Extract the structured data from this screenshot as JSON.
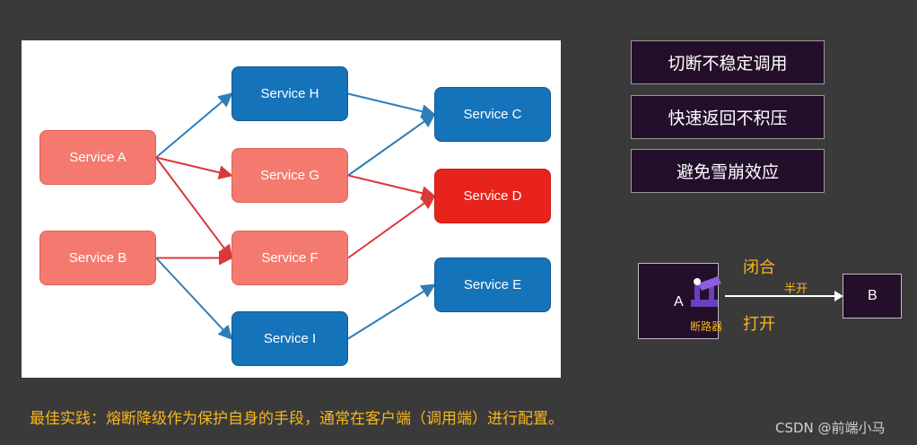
{
  "diagram": {
    "nodes": [
      {
        "id": "A",
        "label": "Service A",
        "color": "salmon"
      },
      {
        "id": "B",
        "label": "Service B",
        "color": "salmon"
      },
      {
        "id": "H",
        "label": "Service H",
        "color": "blue"
      },
      {
        "id": "G",
        "label": "Service G",
        "color": "salmon"
      },
      {
        "id": "F",
        "label": "Service F",
        "color": "salmon"
      },
      {
        "id": "I",
        "label": "Service I",
        "color": "blue"
      },
      {
        "id": "C",
        "label": "Service C",
        "color": "blue"
      },
      {
        "id": "D",
        "label": "Service D",
        "color": "red"
      },
      {
        "id": "E",
        "label": "Service E",
        "color": "blue"
      }
    ],
    "edges": [
      {
        "from": "A",
        "to": "H",
        "color": "blue"
      },
      {
        "from": "A",
        "to": "G",
        "color": "red"
      },
      {
        "from": "A",
        "to": "F",
        "color": "red"
      },
      {
        "from": "B",
        "to": "F",
        "color": "red"
      },
      {
        "from": "B",
        "to": "I",
        "color": "blue"
      },
      {
        "from": "H",
        "to": "C",
        "color": "blue"
      },
      {
        "from": "G",
        "to": "C",
        "color": "blue"
      },
      {
        "from": "G",
        "to": "D",
        "color": "red"
      },
      {
        "from": "F",
        "to": "D",
        "color": "red"
      },
      {
        "from": "I",
        "to": "E",
        "color": "blue"
      }
    ]
  },
  "colors": {
    "blue": "#1573ba",
    "salmon": "#f47a70",
    "red": "#e8231c",
    "arrow_blue": "#2f7db8",
    "arrow_red": "#d9393a",
    "highlight": "#f7b61c"
  },
  "features": [
    "切断不稳定调用",
    "快速返回不积压",
    "避免雪崩效应"
  ],
  "circuit_breaker": {
    "left_node": "A",
    "right_node": "B",
    "breaker_label": "断路器",
    "closed_label": "闭合",
    "half_open_label": "半开",
    "open_label": "打开",
    "breaker_icon": "circuit-breaker-icon"
  },
  "best_practice": "最佳实践：熔断降级作为保护自身的手段，通常在客户端（调用端）进行配置。",
  "watermark": "CSDN @前端小马"
}
